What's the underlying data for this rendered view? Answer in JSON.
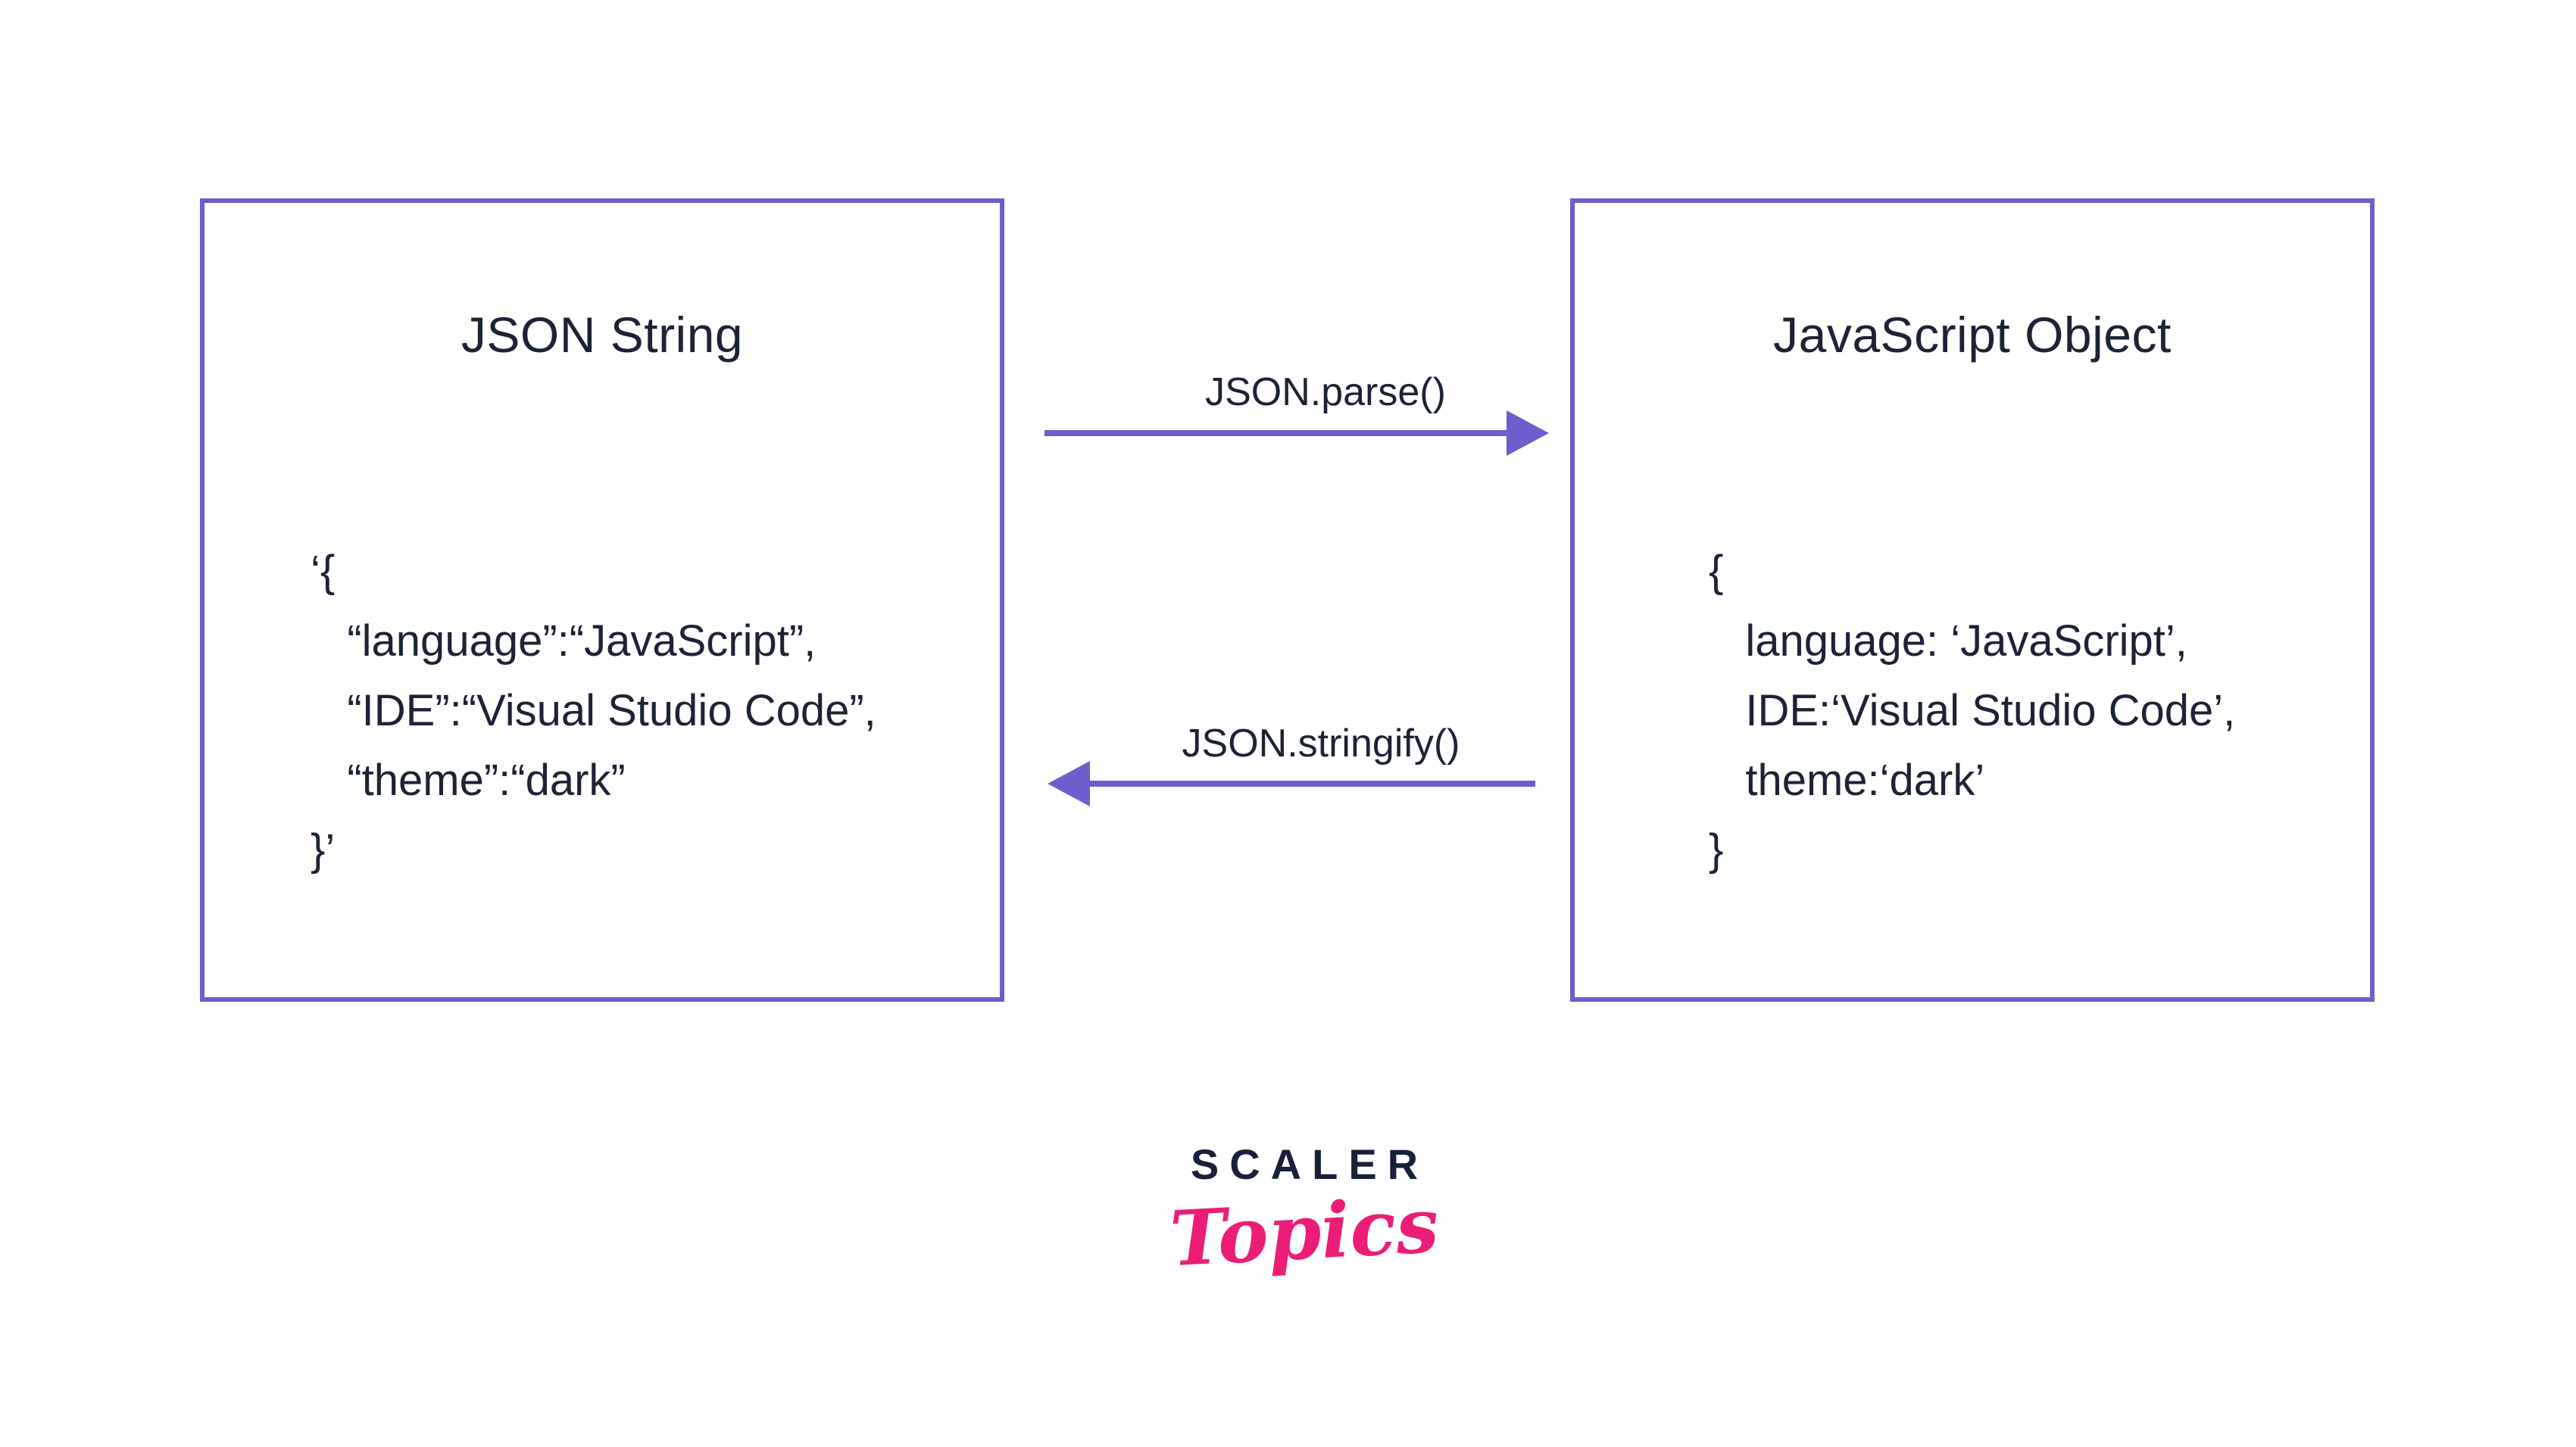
{
  "colors": {
    "accent": "#6b5ecd",
    "ink": "#1c2335",
    "logo-ink": "#18203a",
    "pink": "#ec1d76",
    "paper": "#ffffff"
  },
  "left_box": {
    "title": "JSON String",
    "code": "‘{\n   “language”:“JavaScript”,\n   “IDE”:“Visual Studio Code”,\n   “theme”:“dark”\n}’"
  },
  "right_box": {
    "title": "JavaScript Object",
    "code": "{\n   language: ‘JavaScript’,\n   IDE:‘Visual Studio Code’,\n   theme:‘dark’\n}"
  },
  "arrows": {
    "parse_label": "JSON.parse()",
    "stringify_label": "JSON.stringify()"
  },
  "logo": {
    "primary": "SCALER",
    "secondary": "Topics"
  }
}
